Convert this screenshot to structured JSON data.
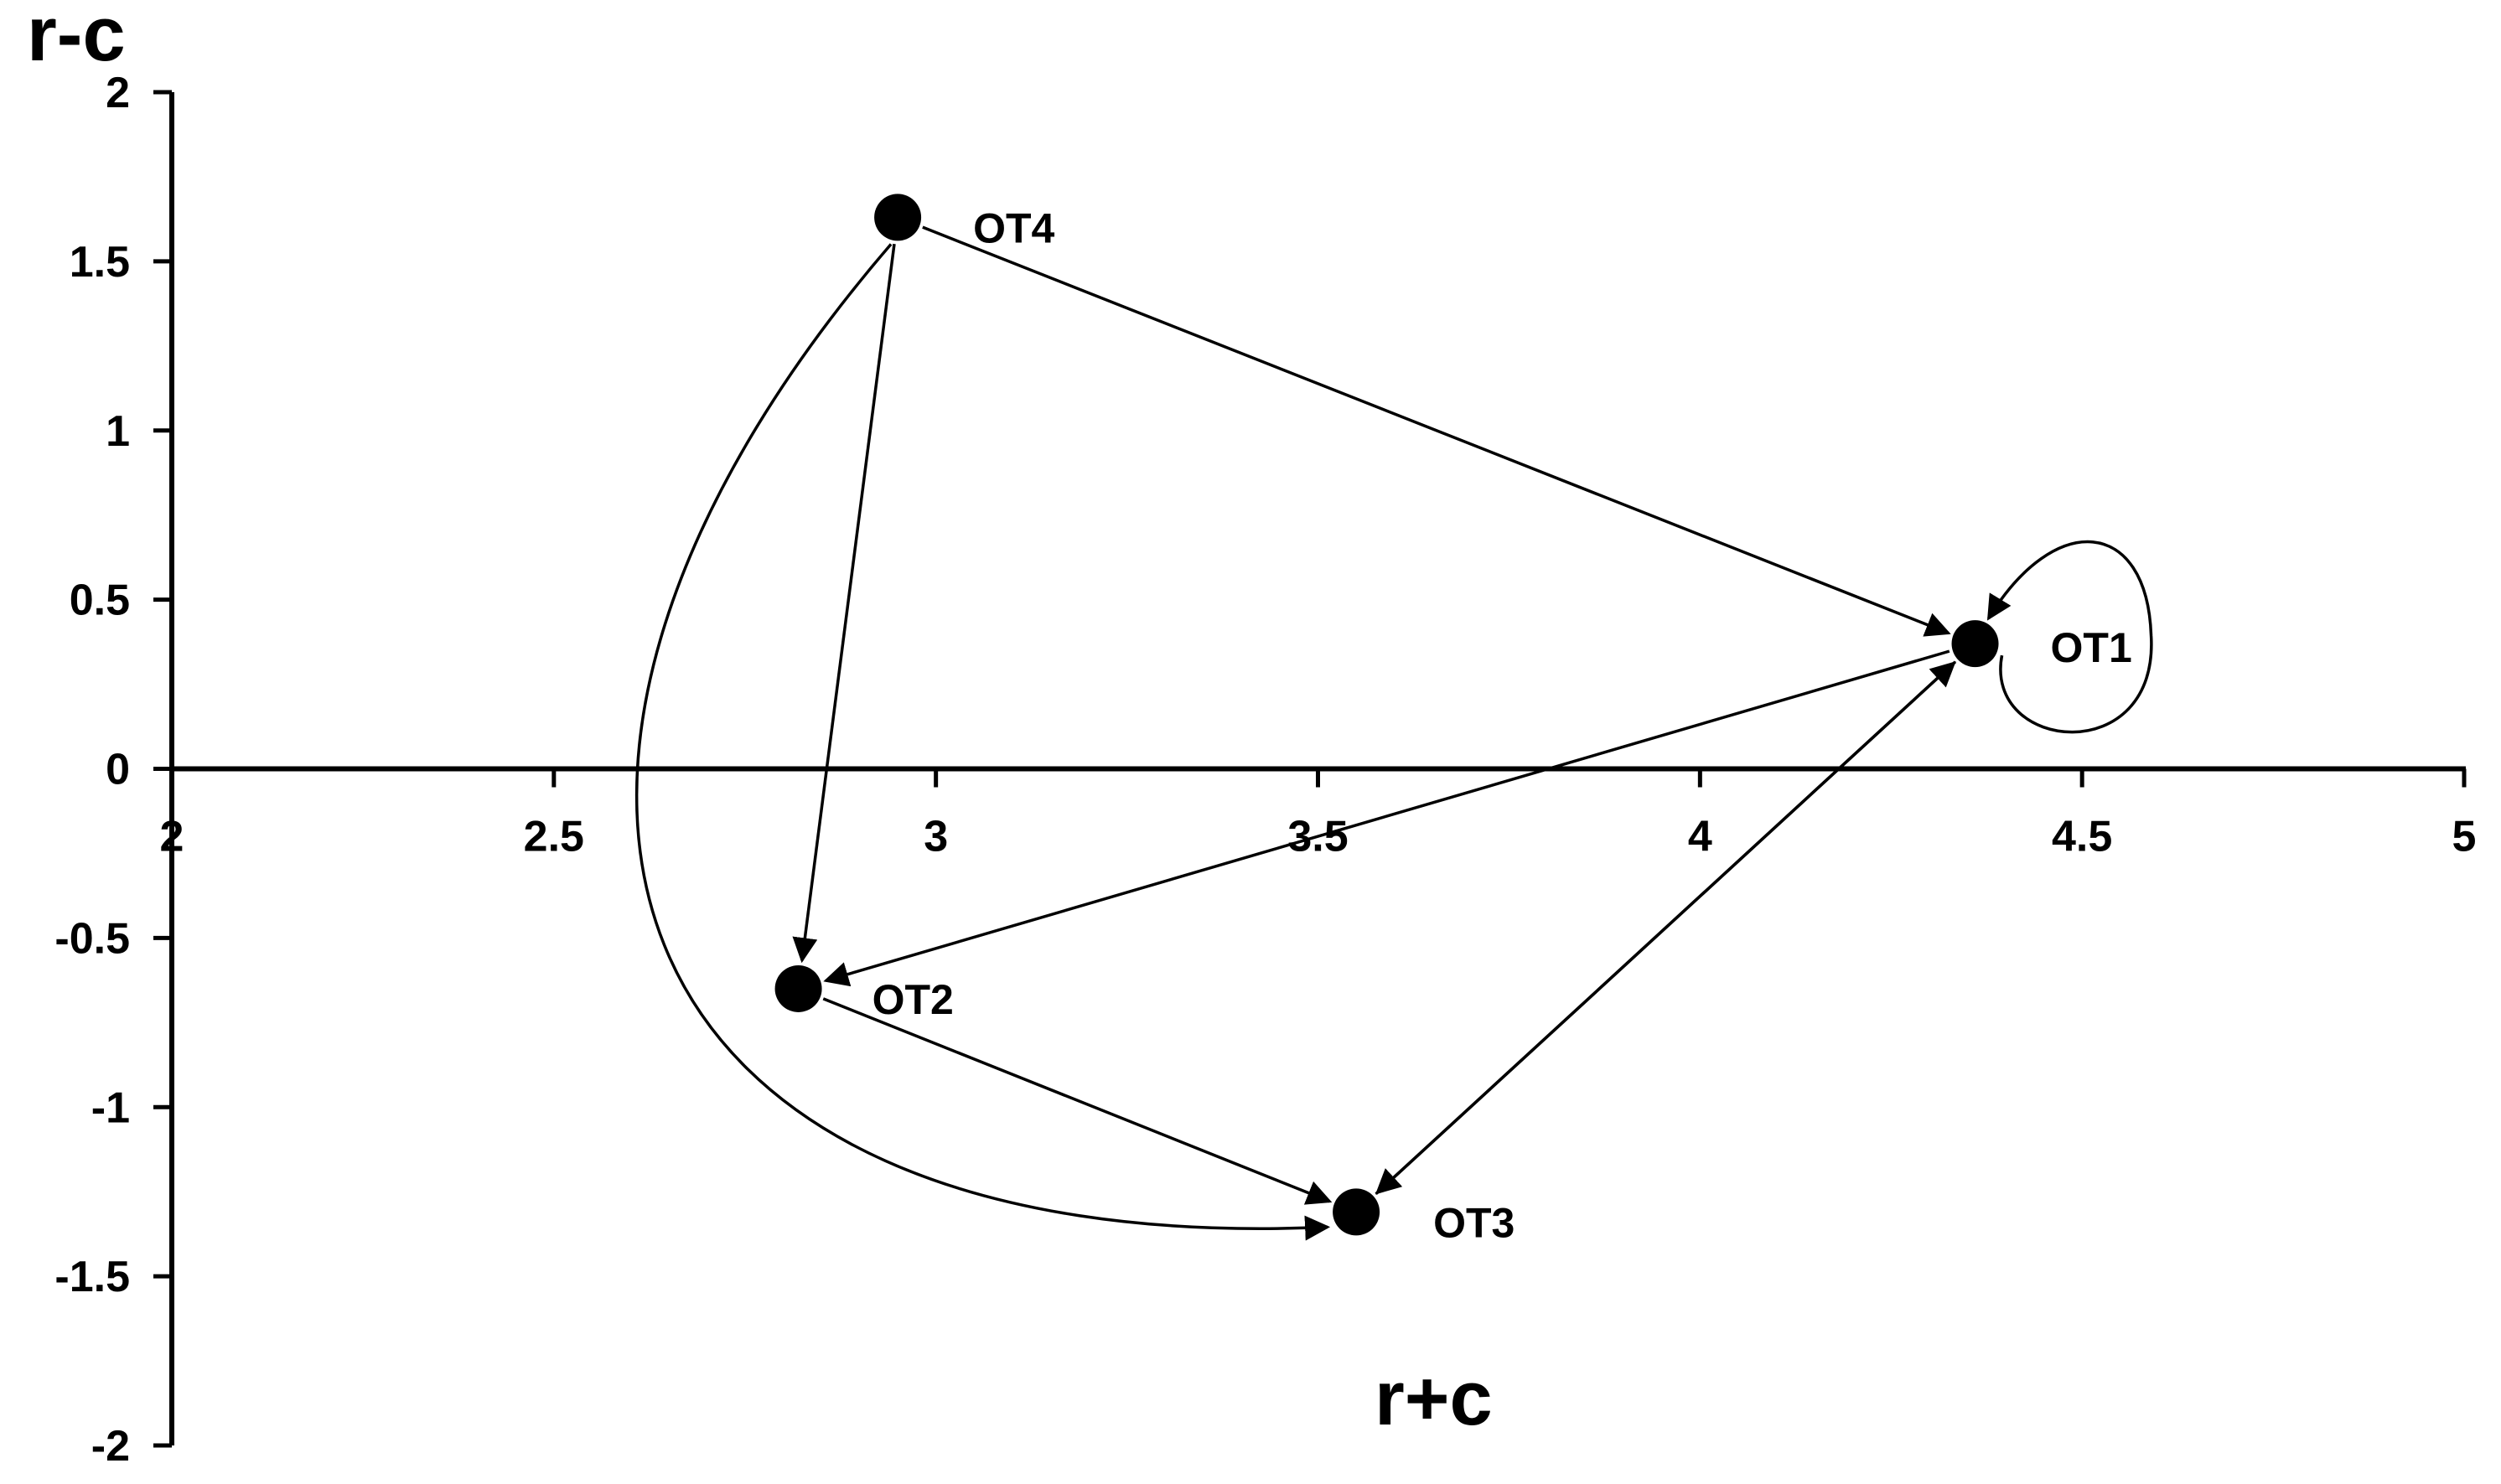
{
  "chart_data": {
    "type": "scatter",
    "xlabel": "r+c",
    "ylabel": "r-c",
    "xlim": [
      2,
      5
    ],
    "ylim": [
      -2,
      2
    ],
    "x_ticks": [
      "2",
      "2.5",
      "3",
      "3.5",
      "4",
      "4.5",
      "5"
    ],
    "y_ticks": [
      "2",
      "1.5",
      "1",
      "0.5",
      "0",
      "-0.5",
      "-1",
      "-1.5",
      "-2"
    ],
    "grid": false,
    "legend": "none",
    "points": [
      {
        "label": "OT1",
        "x": 4.36,
        "y": 0.37
      },
      {
        "label": "OT2",
        "x": 2.82,
        "y": -0.65
      },
      {
        "label": "OT3",
        "x": 3.55,
        "y": -1.31
      },
      {
        "label": "OT4",
        "x": 2.95,
        "y": 1.63
      }
    ],
    "arrows": [
      {
        "from": "OT4",
        "to": "OT1",
        "kind": "straight"
      },
      {
        "from": "OT4",
        "to": "OT2",
        "kind": "straight"
      },
      {
        "from": "OT4",
        "to": "OT3",
        "kind": "curved"
      },
      {
        "from": "OT1",
        "to": "OT2",
        "kind": "straight"
      },
      {
        "from": "OT2",
        "to": "OT3",
        "kind": "straight"
      },
      {
        "from": "OT3",
        "to": "OT1",
        "kind": "straight"
      },
      {
        "from": "OT1",
        "to": "OT3",
        "kind": "straight"
      },
      {
        "from": "OT1",
        "to": "OT1",
        "kind": "self-loop"
      }
    ],
    "colors": {
      "ink": "#000000",
      "background": "#ffffff"
    }
  }
}
